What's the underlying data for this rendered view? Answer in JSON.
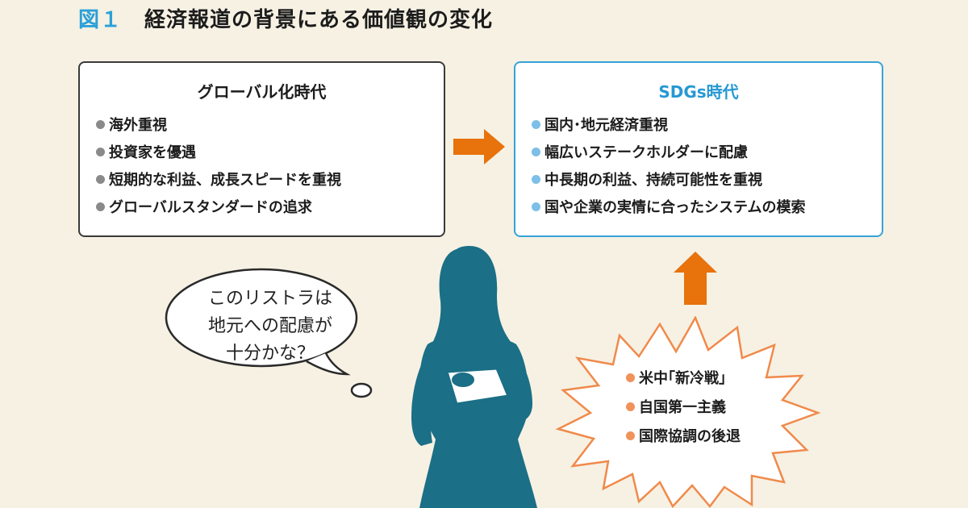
{
  "figure": {
    "number": "図１",
    "title": "経済報道の背景にある価値観の変化"
  },
  "left_box": {
    "title": "グローバル化時代",
    "items": [
      "海外重視",
      "投資家を優遇",
      "短期的な利益、成長スピードを重視",
      "グローバルスタンダードの追求"
    ]
  },
  "right_box": {
    "title": "SDGs時代",
    "items": [
      "国内･地元経済重視",
      "幅広いステークホルダーに配慮",
      "中長期の利益、持続可能性を重視",
      "国や企業の実情に合ったシステムの模索"
    ]
  },
  "speech_bubble": {
    "lines": [
      "このリストラは",
      "地元への配慮が",
      "十分かな？"
    ]
  },
  "burst": {
    "items": [
      "米中｢新冷戦｣",
      "自国第一主義",
      "国際協調の後退"
    ]
  },
  "colors": {
    "background": "#f6f1e3",
    "accent_blue": "#2ba0d8",
    "arrow_orange": "#e8720c",
    "silhouette": "#1b6f86",
    "bullet_gray": "#8a8a8a",
    "bullet_blue": "#7dbfe8",
    "bullet_orange": "#f0925a",
    "burst_border": "#f08a4b"
  }
}
